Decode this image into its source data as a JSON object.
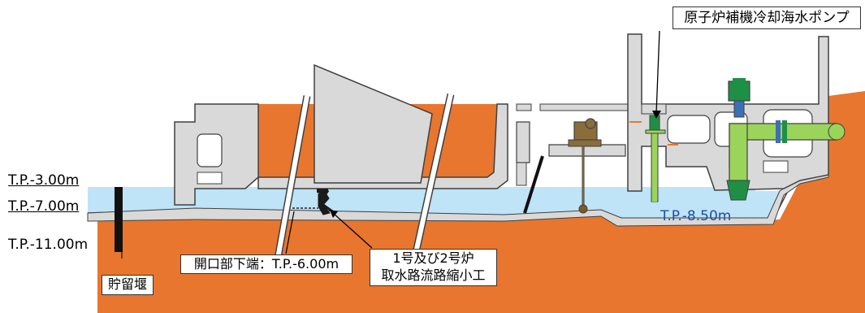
{
  "levels": {
    "tp_minus_3": "T.P.-3.00m",
    "tp_minus_7": "T.P.-7.00m",
    "tp_minus_11": "T.P.-11.00m",
    "tp_minus_8_5": "T.P.-8.50m"
  },
  "labels": {
    "storage_weir": "貯留堰",
    "opening_bottom": "開口部下端：T.P.-6.00m",
    "reduction_work_line1": "1号及び2号炉",
    "reduction_work_line2": "取水路流路縮小工",
    "seawater_pump": "原子炉補機冷却海水ポンプ"
  },
  "colors": {
    "ground": "#e8762e",
    "concrete": "#d9d9d9",
    "water": "#bfe3f7",
    "pump_green": "#9bd45a",
    "pump_dark": "#1f8f46",
    "outline": "#404040"
  }
}
